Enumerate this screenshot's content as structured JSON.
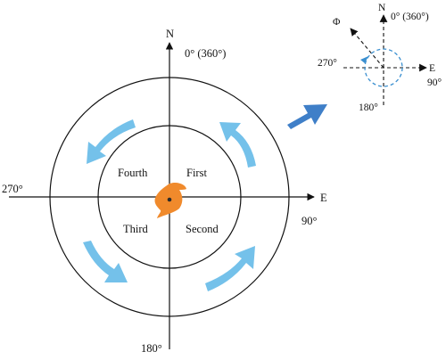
{
  "main_axes": {
    "north": "N",
    "north_degrees": "0° (360°)",
    "east": "E",
    "east_degrees": "90°",
    "south_degrees": "180°",
    "west_degrees": "270°"
  },
  "quadrants": {
    "first": "First",
    "second": "Second",
    "third": "Third",
    "fourth": "Fourth"
  },
  "inset": {
    "north": "N",
    "north_degrees": "0° (360°)",
    "east": "E",
    "east_degrees": "90°",
    "south_degrees": "180°",
    "west_degrees": "270°",
    "phi": "Φ"
  },
  "colors": {
    "curved_arrows": "#74c1ea",
    "pointer_arrow": "#3f7fc8",
    "storm_symbol": "#f08a2c",
    "inset_circle": "#3a8fd0",
    "lines": "#111111"
  },
  "icons": {
    "storm": "tropical-cyclone-icon",
    "pointer": "thick-arrow-icon",
    "rotation": "curved-arrow-icon"
  }
}
